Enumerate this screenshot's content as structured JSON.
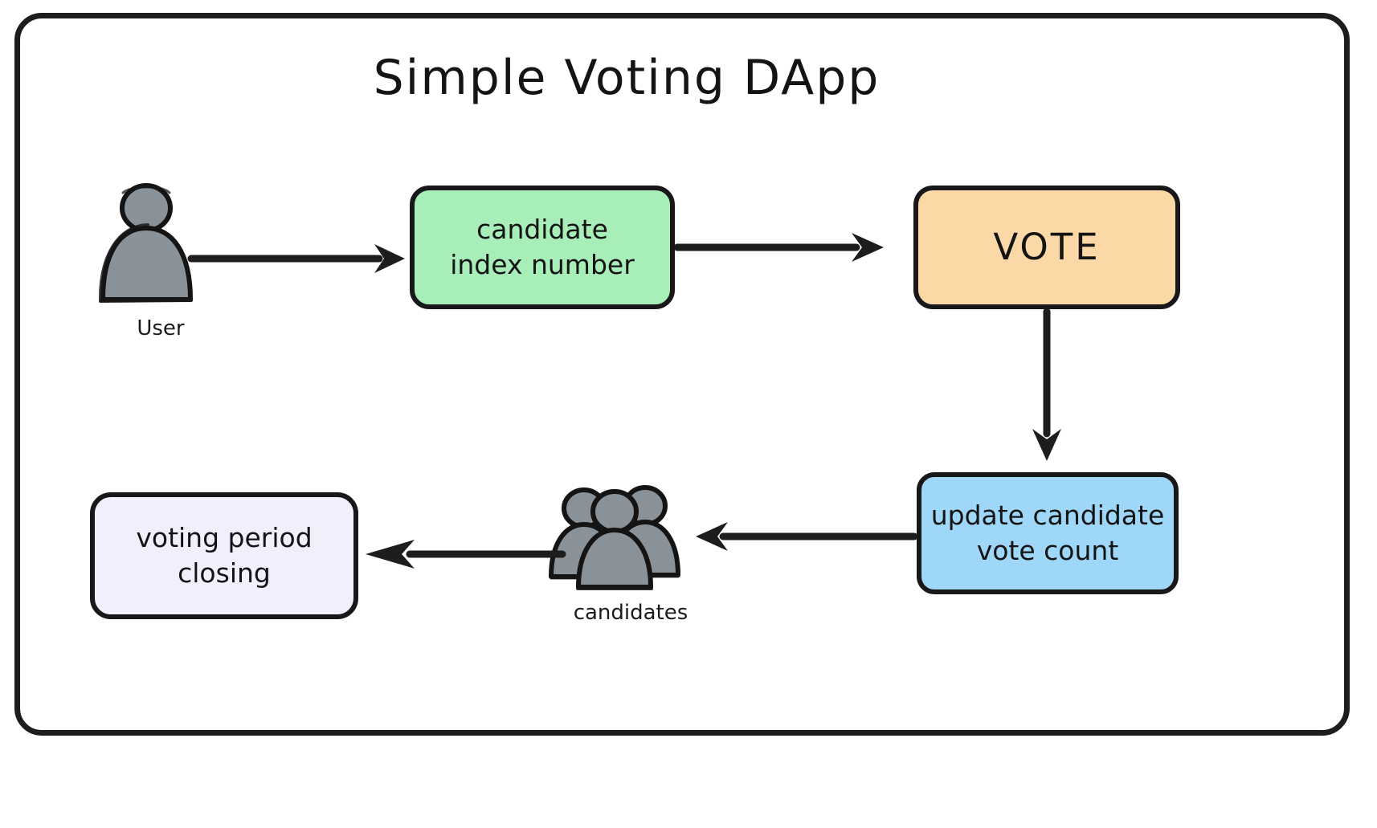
{
  "diagram": {
    "title": "Simple Voting DApp",
    "type": "flowchart",
    "nodes": [
      {
        "id": "user",
        "label": "User",
        "kind": "actor-icon",
        "icon": "person-icon",
        "fill": "#8a9299"
      },
      {
        "id": "candidate_index",
        "label": "candidate\nindex number",
        "line1": "candidate",
        "line2": "index number",
        "kind": "process",
        "fill": "#a8eeb9"
      },
      {
        "id": "vote",
        "label": "VOTE",
        "kind": "process",
        "fill": "#fbd8a5"
      },
      {
        "id": "update_count",
        "label": "update candidate\nvote count",
        "line1": "update candidate",
        "line2": "vote count",
        "kind": "process",
        "fill": "#9ed7f8"
      },
      {
        "id": "candidates",
        "label": "candidates",
        "kind": "actor-icon",
        "icon": "people-group-icon",
        "fill": "#8a9299"
      },
      {
        "id": "voting_closing",
        "label": "voting period\nclosing",
        "line1": "voting period",
        "line2": "closing",
        "kind": "process",
        "fill": "#f1effb"
      }
    ],
    "edges": [
      {
        "from": "user",
        "to": "candidate_index",
        "direction": "right",
        "label": ""
      },
      {
        "from": "candidate_index",
        "to": "vote",
        "direction": "right",
        "label": ""
      },
      {
        "from": "vote",
        "to": "update_count",
        "direction": "down",
        "label": ""
      },
      {
        "from": "update_count",
        "to": "candidates",
        "direction": "left",
        "label": ""
      },
      {
        "from": "candidates",
        "to": "voting_closing",
        "direction": "left",
        "label": ""
      }
    ],
    "colors": {
      "stroke": "#18181a",
      "background": "#ffffff",
      "green": "#a8eeb9",
      "orange": "#fbd8a5",
      "blue": "#9ed7f8",
      "lavender": "#f1effb",
      "actor_gray": "#8a9299"
    }
  }
}
